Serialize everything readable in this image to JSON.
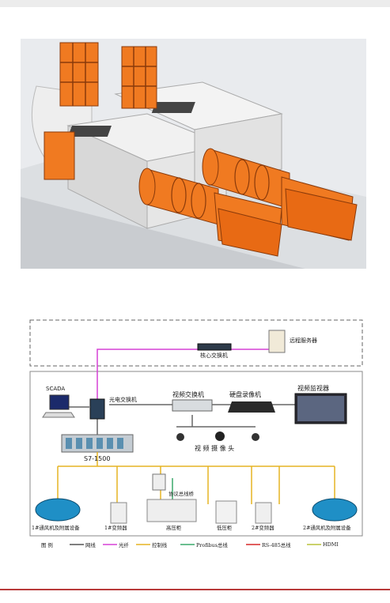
{
  "diagram": {
    "core_switch": "核心交换机",
    "remote_server": "远程服务器",
    "scada": "SCADA",
    "optical_switch": "光电交换机",
    "video_switch": "视频交换机",
    "dvr": "硬盘录像机",
    "video_monitor": "视频监视器",
    "plc": "S7-1500",
    "cameras": "视 频 摄 像 头",
    "protocol_bridge": "协议总线桥",
    "devices": [
      "1#通风机及附属设备",
      "1#变频器",
      "高压柜",
      "低压柜",
      "2#变频器",
      "2#通风机及附属设备"
    ],
    "legend_title": "图 例",
    "legend": [
      {
        "label": "网线",
        "color": "#555555"
      },
      {
        "label": "光纤",
        "color": "#d640d6"
      },
      {
        "label": "控制线",
        "color": "#e6b422"
      },
      {
        "label": "Profibus总线",
        "color": "#3aa86b"
      },
      {
        "label": "RS-485总线",
        "color": "#d62828"
      },
      {
        "label": "HDMI",
        "color": "#b9c23a"
      }
    ]
  }
}
